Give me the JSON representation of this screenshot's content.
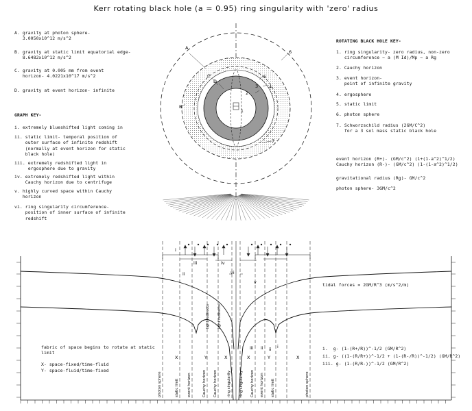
{
  "title": "Kerr rotating black hole (a = 0.95) ring singularity with 'zero' radius",
  "gravity_notes": [
    "A. gravity at photon sphere-\n   3.0050x10^12 m/s^2",
    "B. gravity at static limit equatorial edge-\n   8.6482x10^12 m/s^2",
    "C. gravity at 0.005 mm from event\n   horizon- 4.0221x10^17 m/s^2",
    "D. gravity at event horizon- infinite"
  ],
  "graph_key": {
    "heading": "GRAPH KEY-",
    "items": [
      "i. extremely blueshifted light coming in",
      "ii. static limit- temporal position of\n    outer surface of infinite redshift\n    (normally at event horizon for static\n    black hole)",
      "iii. extremely redshifted light in\n     ergosphere due to gravity",
      "iv. extremely redshifted light within\n    Cauchy horizon due to centrifuge",
      "v. highly curved space within Cauchy\n   horizon",
      "vi. ring singularity circumference-\n    position of inner surface of infinite\n    redshift"
    ]
  },
  "rotating_key": {
    "heading": "ROTATING BLACK HOLE KEY-",
    "items": [
      "1. ring singularity- zero radius, non-zero\n   circumference ~ a (M Id)/Mp ~ a Rg",
      "2. Cauchy horizon",
      "3. event horizon-\n   point of infinite gravity",
      "4. ergosphere",
      "5. static limit",
      "6. photon sphere",
      "7. Schworzschild radius (2GM/C^2)\n   for a 3 sol mass static black hole"
    ]
  },
  "formulas": [
    "event horizon (R+)- (GM/c^2) (1+(1-a^2)^1/2)\nCauchy horizon (R-)- (GM/c^2) (1-(1-a^2)^1/2)",
    "gravitational radius (Rg)- GM/c^2",
    "photon sphere- 3GM/c^2"
  ],
  "diagram_labels": {
    "A": "A",
    "B": "B",
    "C": "C",
    "D": "D",
    "n1": "1",
    "n2": "2",
    "n3": "3",
    "n4": "4",
    "n5": "5",
    "n6": "6",
    "n7": "7"
  },
  "graph": {
    "region_labels": {
      "i": "i",
      "ii": "ii",
      "iii": "iii",
      "iv": "iv",
      "v": "v",
      "vi": "vi"
    },
    "tidal": "tidal forces = 2GM/R^3 (m/s^2/m)",
    "space_note": "fabric of space begins to rotate at static\nlimit\n\nX- space-fixed/time-fluid\nY- space-fluid/time-fixed",
    "g_formulas": [
      "i.  g- (1-(R+/R))^-1/2 (GM/R^2)",
      "ii. g- ((1-(R/R+))^-1/2 + (1-(R-/R))^-1/2) (GM/R^2)",
      "iii. g- (1-(R/R-))^-1/2 (GM/R^2)"
    ],
    "bottom_labels": [
      "photon sphere",
      "static limit",
      "event horizon",
      "Cauchy horizon",
      "Cauchy horizon",
      "ring singularity",
      "ring singularity",
      "Cauchy horizon",
      "event horizon",
      "static limit",
      "photon sphere"
    ],
    "inner_labels": [
      "light redirects",
      "light redirects"
    ],
    "xy_markers": [
      "X",
      "Y",
      "X",
      "X",
      "Y",
      "X"
    ],
    "roman_markers": [
      "iii",
      "ii",
      "ii",
      "i"
    ]
  }
}
